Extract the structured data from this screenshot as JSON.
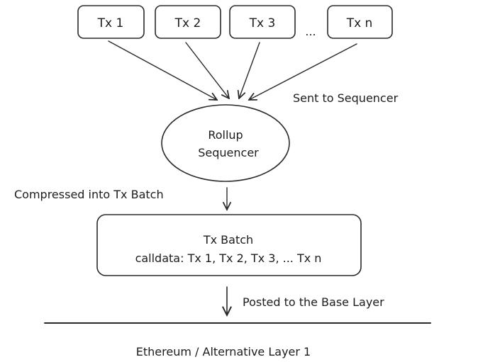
{
  "transactions": [
    {
      "label": "Tx 1"
    },
    {
      "label": "Tx 2"
    },
    {
      "label": "Tx 3"
    },
    {
      "label": "Tx n"
    }
  ],
  "ellipsis": "...",
  "sent_label": "Sent to Sequencer",
  "sequencer": {
    "line1": "Rollup",
    "line2": "Sequencer"
  },
  "compressed_label": "Compressed into Tx Batch",
  "batch": {
    "title": "Tx Batch",
    "calldata": "calldata: Tx 1, Tx 2, Tx 3, ... Tx n"
  },
  "posted_label": "Posted to the Base Layer",
  "base_layer_label": "Ethereum / Alternative Layer 1"
}
